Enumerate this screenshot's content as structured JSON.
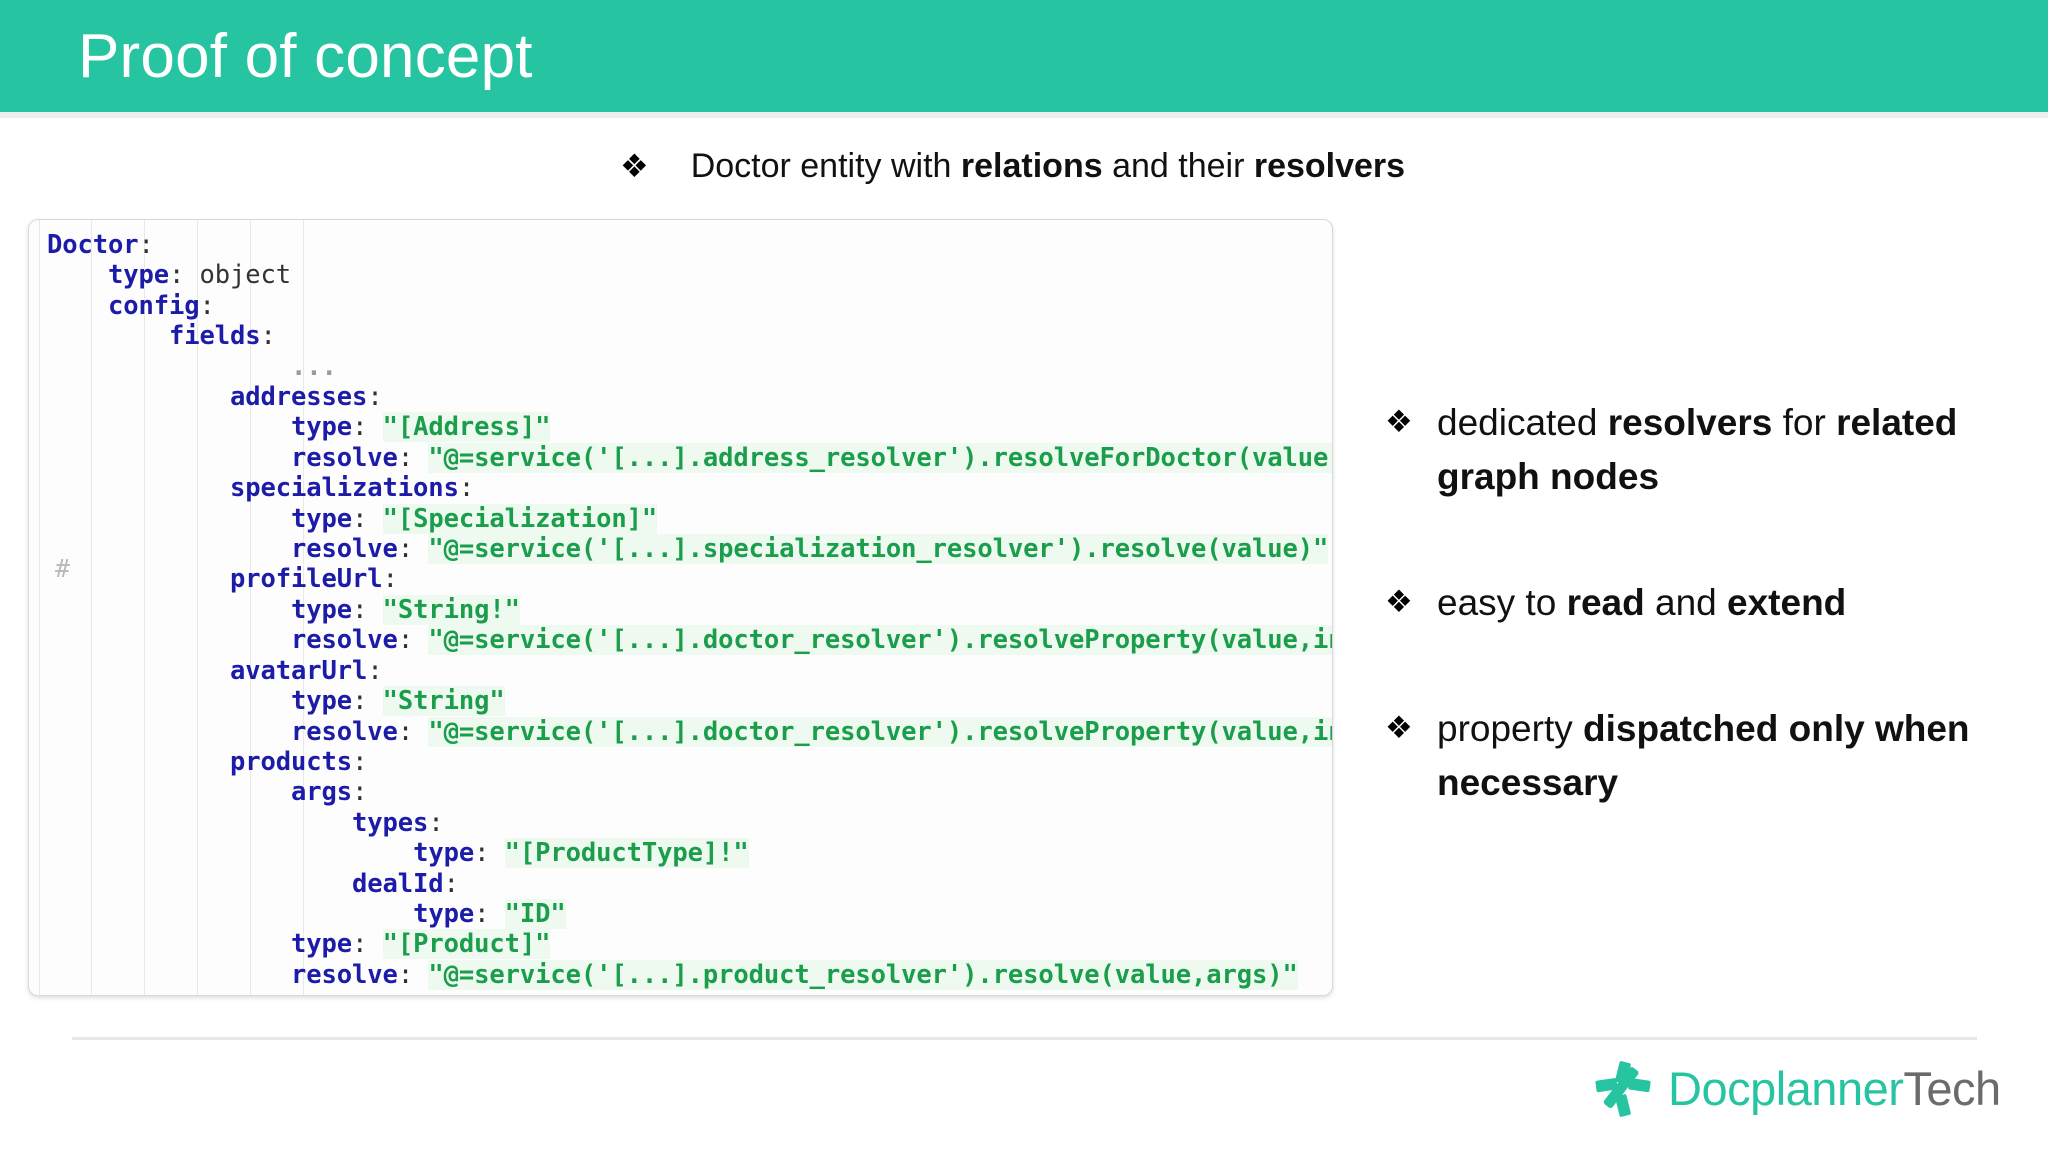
{
  "slide": {
    "header": {
      "title": "Proof of concept",
      "band_color": "#27c4a2",
      "title_color": "#ffffff"
    },
    "top_bullet": {
      "glyph": "❖",
      "glyph_name": "diamond-bullet-icon",
      "parts": [
        {
          "text": "Doctor entity with ",
          "bold": false
        },
        {
          "text": "relations",
          "bold": true
        },
        {
          "text": " and their ",
          "bold": false
        },
        {
          "text": "resolvers",
          "bold": true
        }
      ],
      "plain": "Doctor entity with relations and their resolvers"
    },
    "code_panel": {
      "language": "yaml",
      "gutter_marker": "#",
      "colors": {
        "key": "#1c1ca8",
        "string": "#1a9e4b",
        "string_background": "#eefaf0",
        "plain": "#333333",
        "comment": "#b9b9b9",
        "panel_background": "#fdfdfd"
      },
      "lines": [
        {
          "indent": 0,
          "tokens": [
            {
              "t": "key",
              "v": "Doctor"
            },
            {
              "t": "punct",
              "v": ":"
            }
          ]
        },
        {
          "indent": 1,
          "tokens": [
            {
              "t": "key",
              "v": "type"
            },
            {
              "t": "punct",
              "v": ": "
            },
            {
              "t": "plain",
              "v": "object"
            }
          ]
        },
        {
          "indent": 1,
          "tokens": [
            {
              "t": "key",
              "v": "config"
            },
            {
              "t": "punct",
              "v": ":"
            }
          ]
        },
        {
          "indent": 2,
          "tokens": [
            {
              "t": "key",
              "v": "fields"
            },
            {
              "t": "punct",
              "v": ":"
            }
          ]
        },
        {
          "indent": 4,
          "tokens": [
            {
              "t": "dots",
              "v": "..."
            }
          ]
        },
        {
          "indent": 3,
          "tokens": [
            {
              "t": "key",
              "v": "addresses"
            },
            {
              "t": "punct",
              "v": ":"
            }
          ]
        },
        {
          "indent": 4,
          "tokens": [
            {
              "t": "key",
              "v": "type"
            },
            {
              "t": "punct",
              "v": ": "
            },
            {
              "t": "str",
              "v": "\"[Address]\""
            }
          ]
        },
        {
          "indent": 4,
          "tokens": [
            {
              "t": "key",
              "v": "resolve"
            },
            {
              "t": "punct",
              "v": ": "
            },
            {
              "t": "str",
              "v": "\"@=service('[...].address_resolver').resolveForDoctor(value)\""
            }
          ]
        },
        {
          "indent": 3,
          "tokens": [
            {
              "t": "key",
              "v": "specializations"
            },
            {
              "t": "punct",
              "v": ":"
            }
          ]
        },
        {
          "indent": 4,
          "tokens": [
            {
              "t": "key",
              "v": "type"
            },
            {
              "t": "punct",
              "v": ": "
            },
            {
              "t": "str",
              "v": "\"[Specialization]\""
            }
          ]
        },
        {
          "indent": 4,
          "tokens": [
            {
              "t": "key",
              "v": "resolve"
            },
            {
              "t": "punct",
              "v": ": "
            },
            {
              "t": "str",
              "v": "\"@=service('[...].specialization_resolver').resolve(value)\""
            }
          ]
        },
        {
          "indent": 3,
          "tokens": [
            {
              "t": "key",
              "v": "profileUrl"
            },
            {
              "t": "punct",
              "v": ":"
            }
          ]
        },
        {
          "indent": 4,
          "tokens": [
            {
              "t": "key",
              "v": "type"
            },
            {
              "t": "punct",
              "v": ": "
            },
            {
              "t": "str",
              "v": "\"String!\""
            }
          ]
        },
        {
          "indent": 4,
          "tokens": [
            {
              "t": "key",
              "v": "resolve"
            },
            {
              "t": "punct",
              "v": ": "
            },
            {
              "t": "str",
              "v": "\"@=service('[...].doctor_resolver').resolveProperty(value,info)\""
            }
          ]
        },
        {
          "indent": 3,
          "tokens": [
            {
              "t": "key",
              "v": "avatarUrl"
            },
            {
              "t": "punct",
              "v": ":"
            }
          ]
        },
        {
          "indent": 4,
          "tokens": [
            {
              "t": "key",
              "v": "type"
            },
            {
              "t": "punct",
              "v": ": "
            },
            {
              "t": "str",
              "v": "\"String\""
            }
          ]
        },
        {
          "indent": 4,
          "tokens": [
            {
              "t": "key",
              "v": "resolve"
            },
            {
              "t": "punct",
              "v": ": "
            },
            {
              "t": "str",
              "v": "\"@=service('[...].doctor_resolver').resolveProperty(value,info)\""
            }
          ]
        },
        {
          "indent": 3,
          "tokens": [
            {
              "t": "key",
              "v": "products"
            },
            {
              "t": "punct",
              "v": ":"
            }
          ]
        },
        {
          "indent": 4,
          "tokens": [
            {
              "t": "key",
              "v": "args"
            },
            {
              "t": "punct",
              "v": ":"
            }
          ]
        },
        {
          "indent": 5,
          "tokens": [
            {
              "t": "key",
              "v": "types"
            },
            {
              "t": "punct",
              "v": ":"
            }
          ]
        },
        {
          "indent": 6,
          "tokens": [
            {
              "t": "key",
              "v": "type"
            },
            {
              "t": "punct",
              "v": ": "
            },
            {
              "t": "str",
              "v": "\"[ProductType]!\""
            }
          ]
        },
        {
          "indent": 5,
          "tokens": [
            {
              "t": "key",
              "v": "dealId"
            },
            {
              "t": "punct",
              "v": ":"
            }
          ]
        },
        {
          "indent": 6,
          "tokens": [
            {
              "t": "key",
              "v": "type"
            },
            {
              "t": "punct",
              "v": ": "
            },
            {
              "t": "str",
              "v": "\"ID\""
            }
          ]
        },
        {
          "indent": 4,
          "tokens": [
            {
              "t": "key",
              "v": "type"
            },
            {
              "t": "punct",
              "v": ": "
            },
            {
              "t": "str",
              "v": "\"[Product]\""
            }
          ]
        },
        {
          "indent": 4,
          "tokens": [
            {
              "t": "key",
              "v": "resolve"
            },
            {
              "t": "punct",
              "v": ": "
            },
            {
              "t": "str",
              "v": "\"@=service('[...].product_resolver').resolve(value,args)\""
            }
          ]
        }
      ]
    },
    "right_bullets": {
      "glyph": "❖",
      "glyph_name": "diamond-bullet-icon",
      "items": [
        {
          "plain": "dedicated resolvers for related graph nodes",
          "parts": [
            {
              "text": "dedicated ",
              "bold": false
            },
            {
              "text": "resolvers",
              "bold": true
            },
            {
              "text": " for ",
              "bold": false
            },
            {
              "text": "related graph nodes",
              "bold": true
            }
          ]
        },
        {
          "plain": "easy to read and extend",
          "parts": [
            {
              "text": "easy to ",
              "bold": false
            },
            {
              "text": "read",
              "bold": true
            },
            {
              "text": " and ",
              "bold": false
            },
            {
              "text": "extend",
              "bold": true
            }
          ]
        },
        {
          "plain": "property dispatched only when necessary",
          "parts": [
            {
              "text": "property ",
              "bold": false
            },
            {
              "text": "dispatched only when necessary",
              "bold": true
            }
          ]
        }
      ]
    },
    "footer": {
      "logo": {
        "mark_name": "docplanner-star-icon",
        "mark_color": "#27c4a2",
        "word_primary": "Docplanner",
        "word_secondary": "Tech",
        "word_primary_color": "#27c4a2",
        "word_secondary_color": "#6b6b6b"
      }
    }
  }
}
